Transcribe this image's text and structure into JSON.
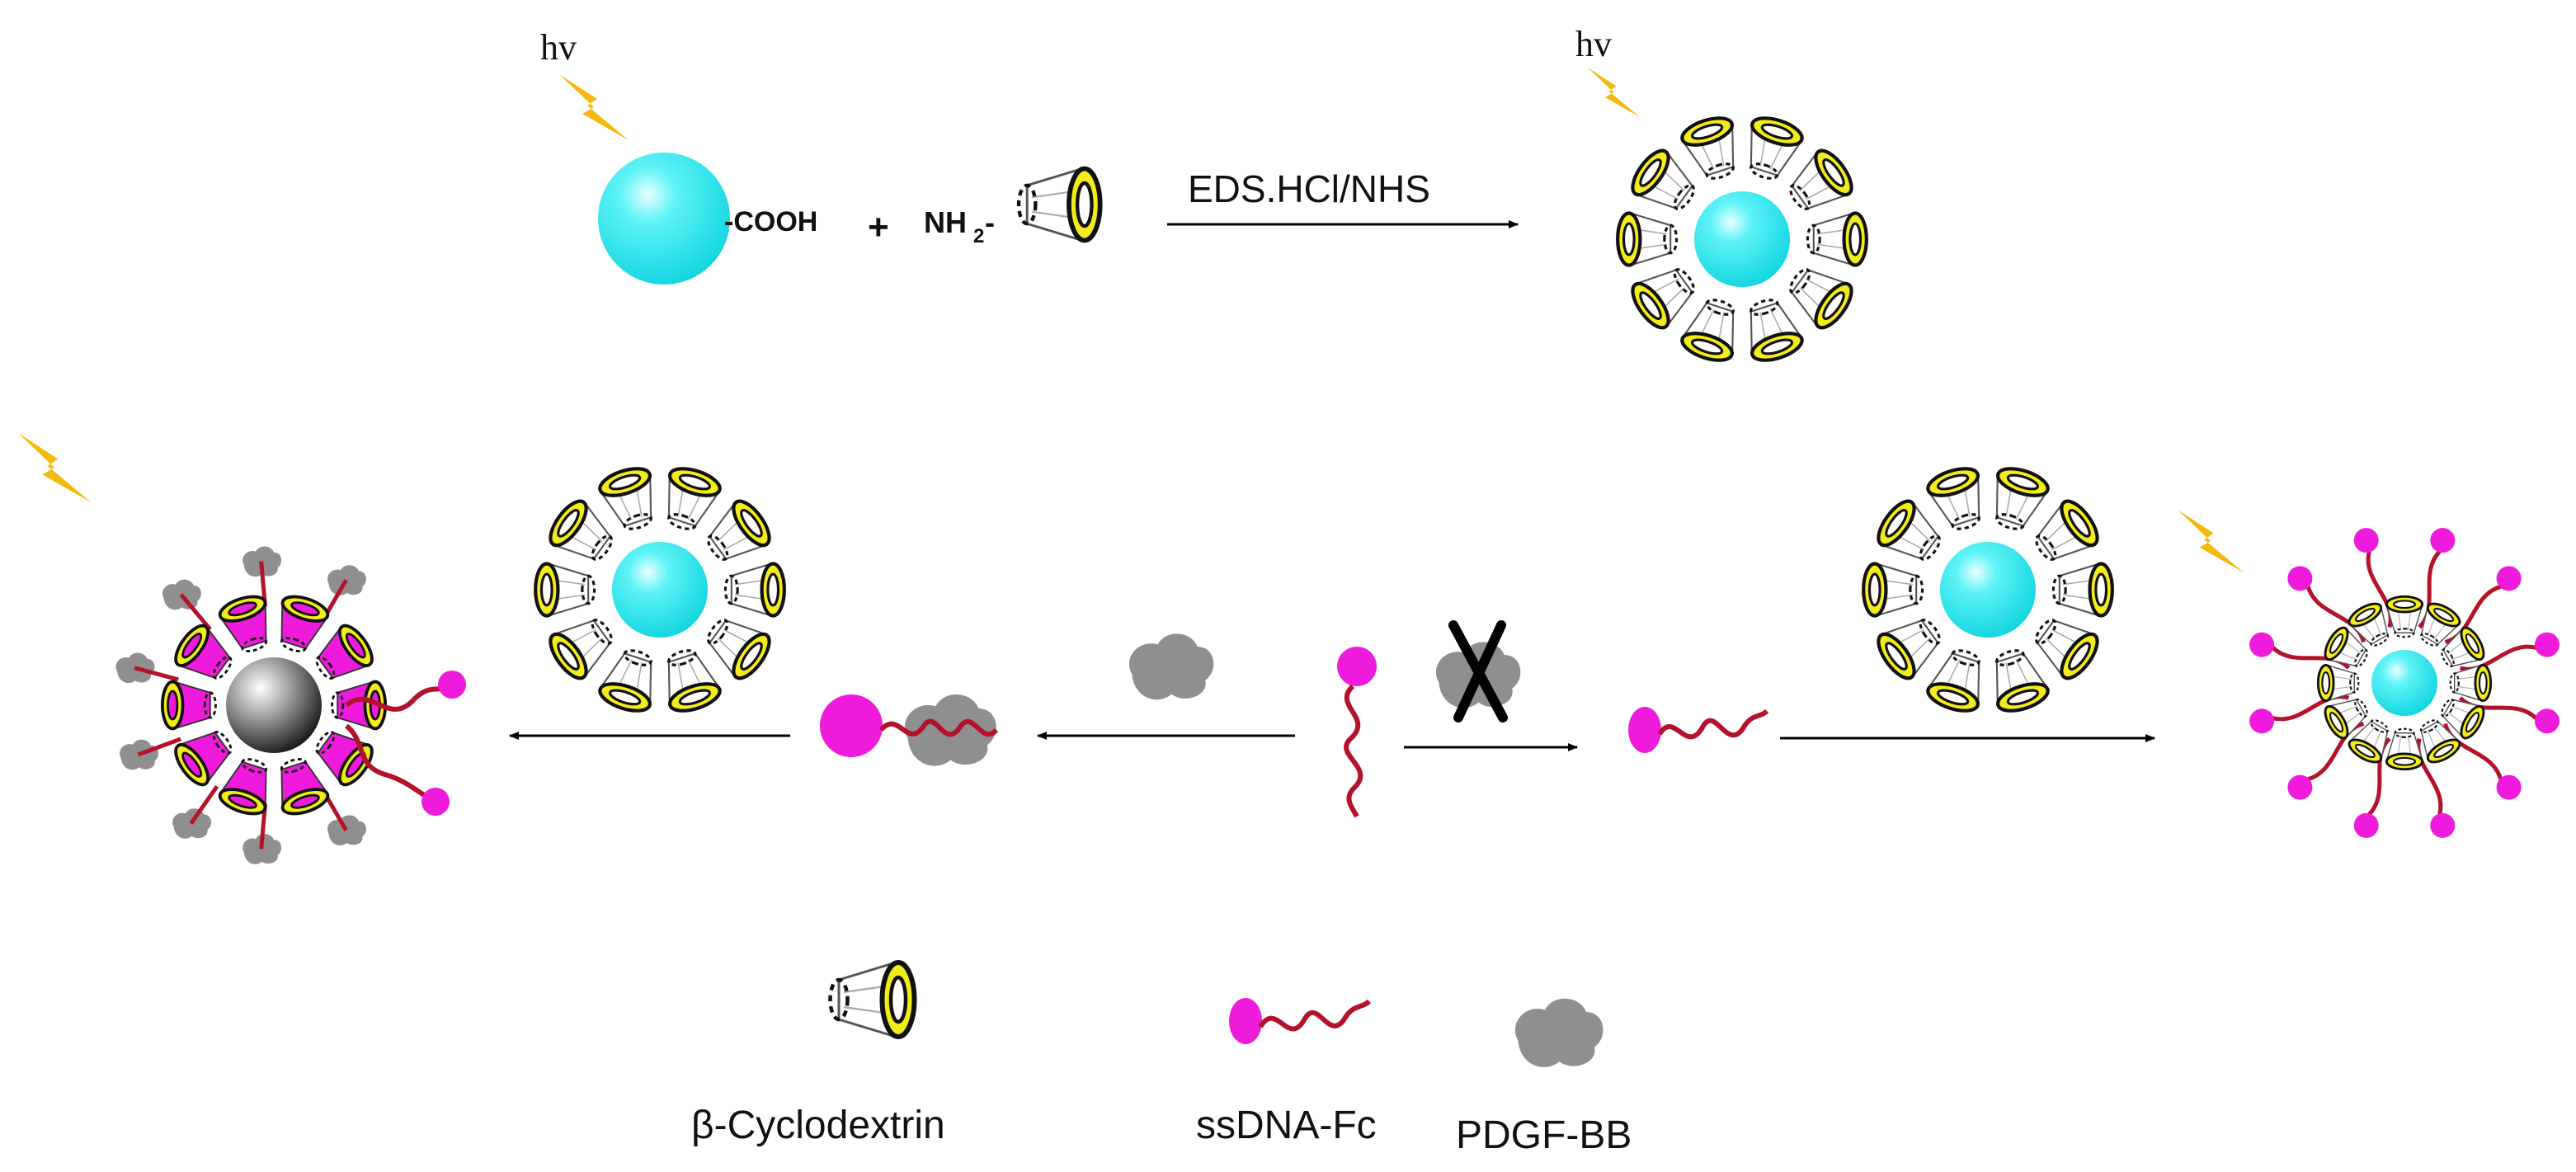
{
  "colors": {
    "nanoparticle": "#22e6ee",
    "gold_core": "#9a9a9a",
    "cyclodextrin": "#f2ec1a",
    "lightning": "#f5b80c",
    "ferrocene": "#ee1bdc",
    "dna_strand": "#b4122a",
    "protein": "#8f8f8f",
    "black": "#000000"
  },
  "top_row": {
    "hv_left": "hv",
    "carboxyl_group": "-COOH",
    "plus": "+",
    "amine_prefix": "NH",
    "amine_subscript": "2",
    "amine_suffix": "-",
    "reagent": "EDS.HCl/NHS",
    "hv_right": "hv"
  },
  "legend": {
    "cyclodextrin": "β-Cyclodextrin",
    "ssdna": "ssDNA-Fc",
    "protein": "PDGF-BB"
  },
  "icons": [
    "lightning-icon",
    "cyclodextrin-icon",
    "ssdna-fc-icon",
    "pdgf-bb-icon",
    "blocked-x-icon"
  ]
}
